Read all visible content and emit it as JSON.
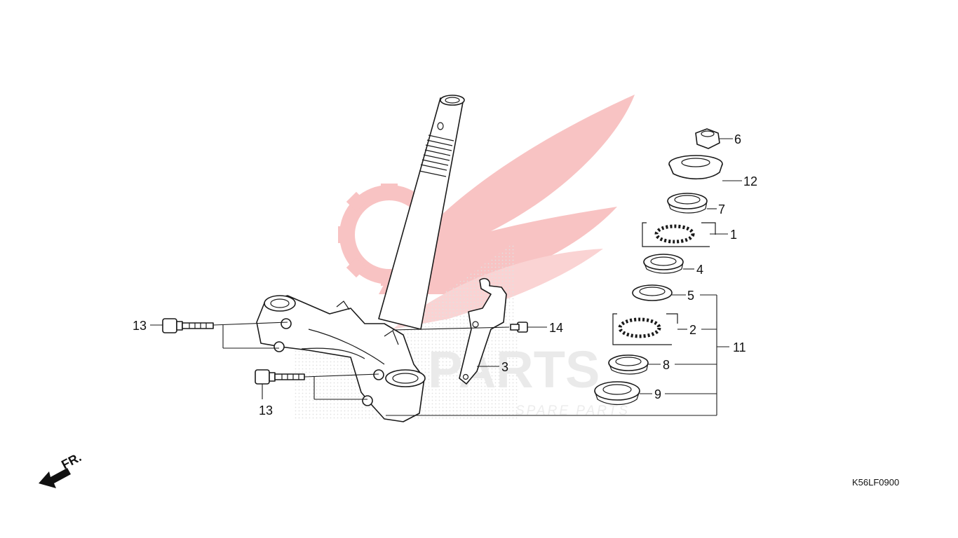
{
  "diagram_code": "K56LF0900",
  "front_indicator": "FR.",
  "watermark": {
    "brand": "PARTS",
    "tagline": "SPARE PARTS",
    "brand_color": "#f07b7b"
  },
  "callouts": [
    {
      "id": "c6",
      "label": "6"
    },
    {
      "id": "c12",
      "label": "12"
    },
    {
      "id": "c7",
      "label": "7"
    },
    {
      "id": "c1",
      "label": "1"
    },
    {
      "id": "c4",
      "label": "4"
    },
    {
      "id": "c5",
      "label": "5"
    },
    {
      "id": "c2",
      "label": "2"
    },
    {
      "id": "c11",
      "label": "11"
    },
    {
      "id": "c8",
      "label": "8"
    },
    {
      "id": "c9",
      "label": "9"
    },
    {
      "id": "c3",
      "label": "3"
    },
    {
      "id": "c14",
      "label": "14"
    },
    {
      "id": "c13a",
      "label": "13"
    },
    {
      "id": "c13b",
      "label": "13"
    }
  ]
}
